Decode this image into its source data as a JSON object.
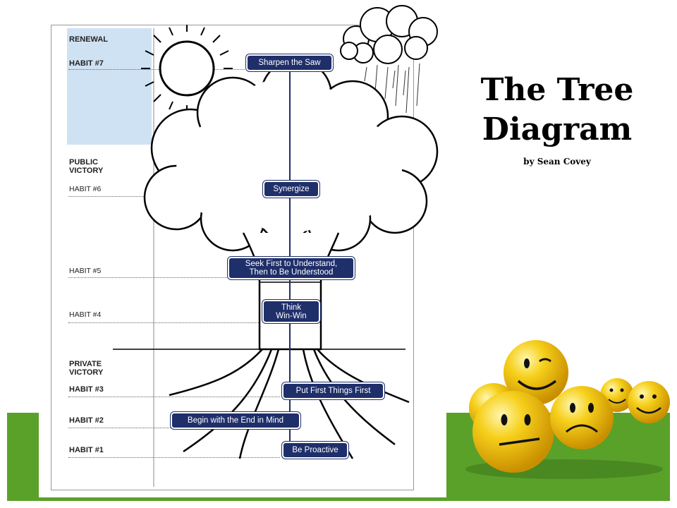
{
  "slide": {
    "title_line1": "The Tree",
    "title_line2": "Diagram",
    "subtitle": "by Sean Covey"
  },
  "diagram": {
    "sections": {
      "renewal": "RENEWAL",
      "public_victory": "PUBLIC\nVICTORY",
      "private_victory": "PRIVATE\nVICTORY"
    },
    "habit_labels": [
      "HABIT #7",
      "HABIT #6",
      "HABIT #5",
      "HABIT #4",
      "HABIT #3",
      "HABIT #2",
      "HABIT #1"
    ],
    "habits": {
      "h7": "Sharpen the Saw",
      "h6": "Synergize",
      "h5": "Seek First to Understand,\nThen to Be Understood",
      "h4": "Think\nWin-Win",
      "h3": "Put First Things First",
      "h2": "Begin with the End in Mind",
      "h1": "Be Proactive"
    },
    "colors": {
      "pill": "#1f2f6a",
      "renewal_box": "#cfe2f3",
      "ground": "#5aa12a",
      "ball": "#f2c200"
    }
  }
}
